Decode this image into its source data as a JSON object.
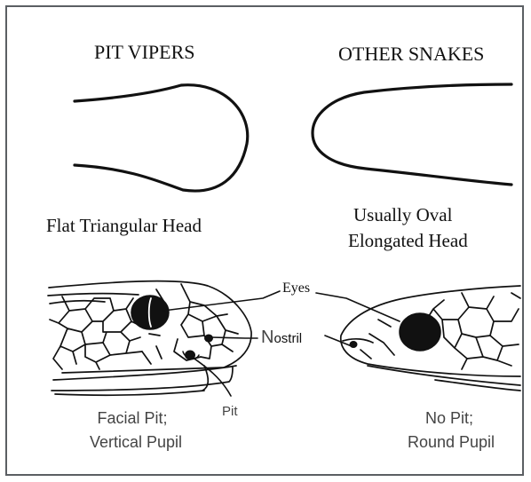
{
  "headers": {
    "left": "PIT VIPERS",
    "right": "OTHER SNAKES"
  },
  "head_shapes": {
    "left_caption": "Flat Triangular Head",
    "right_caption_line1": "Usually Oval",
    "right_caption_line2": "Elongated Head"
  },
  "features": {
    "eyes_label": "Eyes",
    "nostril_label_initial": "N",
    "nostril_label_rest": "ostril",
    "pit_label": "Pit"
  },
  "bottom_captions": {
    "left_line1": "Facial Pit;",
    "left_line2": "Vertical Pupil",
    "right_line1": "No Pit;",
    "right_line2": "Round Pupil"
  },
  "colors": {
    "ink": "#111111",
    "frame": "#5b5f63",
    "caption_gray": "#444444"
  }
}
